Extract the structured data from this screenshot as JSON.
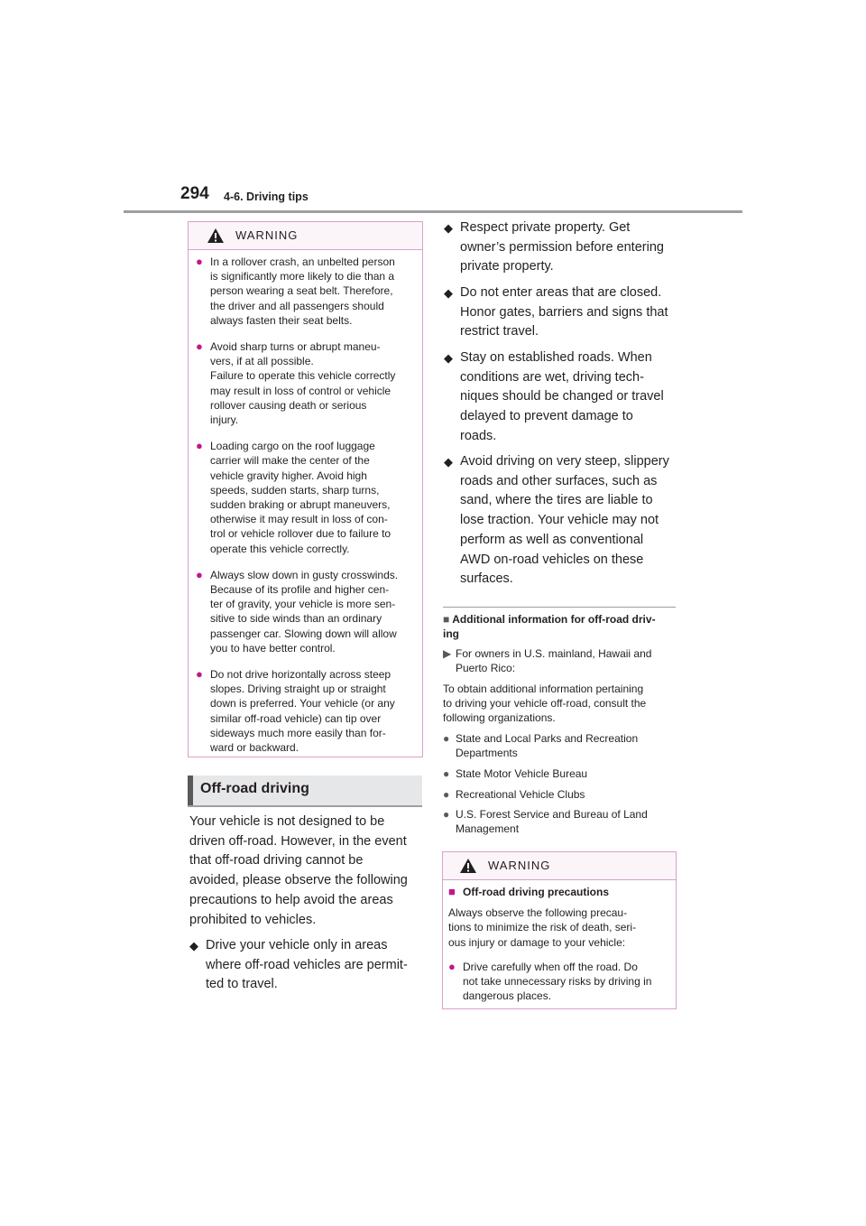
{
  "header": {
    "page_number": "294",
    "section": "4-6. Driving tips"
  },
  "warning_left": {
    "title": "WARNING",
    "items": [
      "In a rollover crash, an unbelted person\nis significantly more likely to die than a\nperson wearing a seat belt. Therefore,\nthe driver and all passengers should\nalways fasten their seat belts.",
      "Avoid sharp turns or abrupt maneu-\nvers, if at all possible.\nFailure to operate this vehicle correctly\nmay result in loss of control or vehicle\nrollover causing death or serious\ninjury.",
      "Loading cargo on the roof luggage\ncarrier will make the center of the\nvehicle gravity higher. Avoid high\nspeeds, sudden starts, sharp turns,\nsudden braking or abrupt maneuvers,\notherwise it may result in loss of con-\ntrol or vehicle rollover due to failure to\noperate this vehicle correctly.",
      "Always slow down in gusty crosswinds.\nBecause of its profile and higher cen-\nter of gravity, your vehicle is more sen-\nsitive to side winds than an ordinary\npassenger car. Slowing down will allow\nyou to have better control.",
      "Do not drive horizontally across steep\nslopes. Driving straight up or straight\ndown is preferred. Your vehicle (or any\nsimilar off-road vehicle) can tip over\nsideways much more easily than for-\nward or backward."
    ]
  },
  "offroad": {
    "title": "Off-road driving",
    "intro": "Your vehicle is not designed to be\ndriven off-road. However, in the event\nthat off-road driving cannot be\navoided, please observe the following\nprecautions to help avoid the areas\nprohibited to vehicles.",
    "bullets": [
      "Drive your vehicle only in areas\nwhere off-road vehicles are permit-\nted to travel.",
      "Respect private property. Get\nowner’s permission before entering\nprivate property.",
      "Do not enter areas that are closed.\nHonor gates, barriers and signs that\nrestrict travel.",
      "Stay on established roads. When\nconditions are wet, driving tech-\nniques should be changed or travel\ndelayed to prevent damage to\nroads.",
      "Avoid driving on very steep, slippery\nroads and other surfaces, such as\nsand, where the tires are liable to\nlose traction. Your vehicle may not\nperform as well as conventional\nAWD on-road vehicles on these\nsurfaces."
    ]
  },
  "additional_info": {
    "heading": "Additional information for off-road driv-\ning",
    "owners": "For owners in U.S. mainland, Hawaii and\nPuerto Rico:",
    "body": "To obtain additional information pertaining\nto driving your vehicle off-road, consult the\nfollowing organizations.",
    "orgs": [
      "State and Local Parks and Recreation\nDepartments",
      "State Motor Vehicle Bureau",
      "Recreational Vehicle Clubs",
      "U.S. Forest Service and Bureau of Land\nManagement"
    ]
  },
  "warning_right": {
    "title": "WARNING",
    "subheading": "Off-road driving precautions",
    "body": "Always observe the following precau-\ntions to minimize the risk of death, seri-\nous injury or damage to your vehicle:",
    "items": [
      "Drive carefully when off the road. Do\nnot take unnecessary risks by driving in\ndangerous places."
    ]
  },
  "colors": {
    "warning_border": "#d8a2c8",
    "warning_bullet": "#c0188c",
    "rule": "#9d9fa2"
  },
  "icons": {
    "warning": "warning-triangle-icon"
  }
}
